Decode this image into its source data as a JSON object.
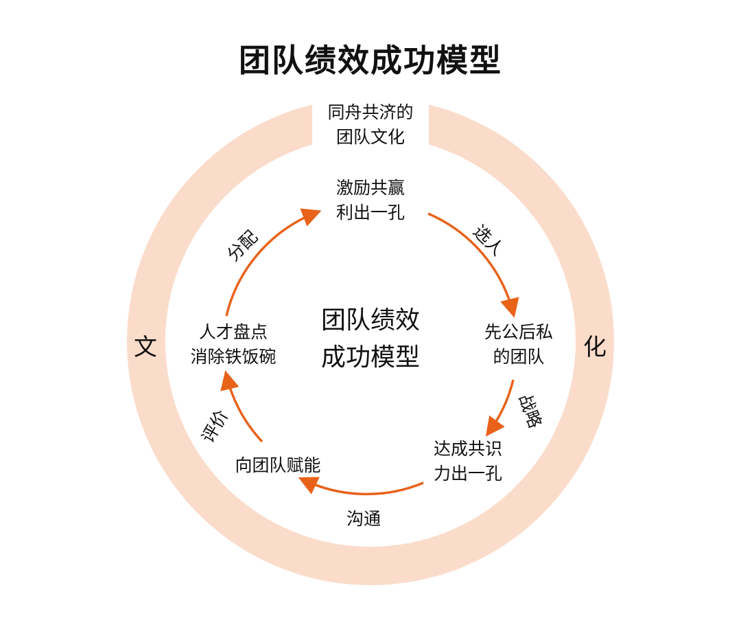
{
  "title": "团队绩效成功模型",
  "colors": {
    "ring": "#fbdcca",
    "arrow": "#e8621a",
    "text": "#111111"
  },
  "ring": {
    "top_label": [
      "同舟共济的",
      "团队文化"
    ],
    "left_word": "文",
    "right_word": "化"
  },
  "center": [
    "团队绩效",
    "成功模型"
  ],
  "nodes": {
    "top": [
      "激励共赢",
      "利出一孔"
    ],
    "right": [
      "先公后私",
      "的团队"
    ],
    "bottom_right": [
      "达成共识",
      "力出一孔"
    ],
    "bottom_left": "向团队赋能",
    "left": [
      "人才盘点",
      "消除铁饭碗"
    ]
  },
  "edges": {
    "select": "选人",
    "strategy": "战略",
    "communicate": "沟通",
    "evaluate": "评价",
    "distribute": "分配"
  }
}
